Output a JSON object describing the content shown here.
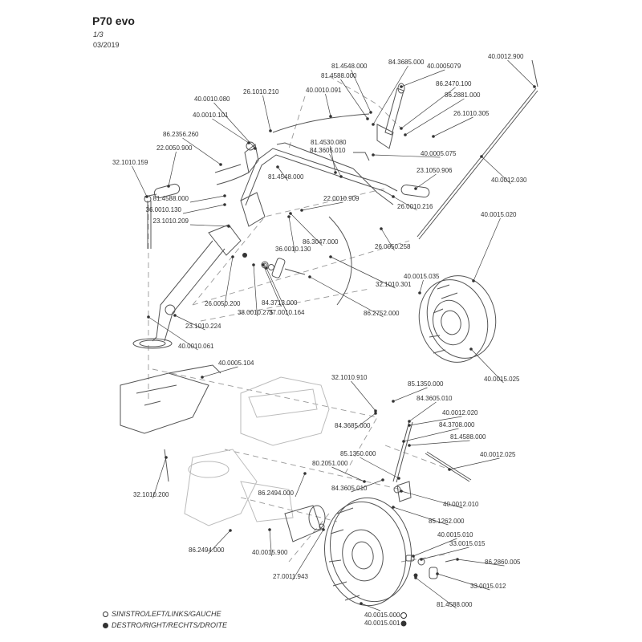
{
  "header": {
    "title": "P70 evo",
    "page": "1/3",
    "date": "03/2019"
  },
  "legend": [
    {
      "marker": "hollow-circle",
      "label": "SINISTRO/LEFT/LINKS/GAUCHE"
    },
    {
      "marker": "filled-circle",
      "label": "DESTRO/RIGHT/RECHTS/DROITE"
    }
  ],
  "callouts": [
    {
      "id": "c1",
      "label": "40.0012.900"
    },
    {
      "id": "c2",
      "label": "84.3685.000"
    },
    {
      "id": "c3",
      "label": "40.0005079"
    },
    {
      "id": "c4",
      "label": "81.4548.000"
    },
    {
      "id": "c5",
      "label": "81.4588.000"
    },
    {
      "id": "c6",
      "label": "86.2470.100"
    },
    {
      "id": "c7",
      "label": "86.2881.000"
    },
    {
      "id": "c8",
      "label": "40.0010.091"
    },
    {
      "id": "c9",
      "label": "26.1010.305"
    },
    {
      "id": "c10",
      "label": "26.1010.210"
    },
    {
      "id": "c11",
      "label": "40.0010.080"
    },
    {
      "id": "c12",
      "label": "40.0010.101"
    },
    {
      "id": "c13",
      "label": "81.4530.080"
    },
    {
      "id": "c14",
      "label": "84.3605.010"
    },
    {
      "id": "c15",
      "label": "40.0005.075"
    },
    {
      "id": "c16",
      "label": "86.2356.260"
    },
    {
      "id": "c17",
      "label": "22.0050.900"
    },
    {
      "id": "c18",
      "label": "32.1010.159"
    },
    {
      "id": "c19",
      "label": "81.4548.000"
    },
    {
      "id": "c20",
      "label": "23.1050.906"
    },
    {
      "id": "c21",
      "label": "40.0012.030"
    },
    {
      "id": "c22",
      "label": "81.4588.000"
    },
    {
      "id": "c23",
      "label": "22.0010.909"
    },
    {
      "id": "c24",
      "label": "36.0010.130"
    },
    {
      "id": "c25",
      "label": "26.0010.216"
    },
    {
      "id": "c26",
      "label": "23.1010.209"
    },
    {
      "id": "c27",
      "label": "86.3047.000"
    },
    {
      "id": "c28",
      "label": "36.0010.130"
    },
    {
      "id": "c29",
      "label": "26.0050.258"
    },
    {
      "id": "c30",
      "label": "40.0015.020"
    },
    {
      "id": "c31",
      "label": "32.1010.301"
    },
    {
      "id": "c32",
      "label": "40.0015.035"
    },
    {
      "id": "c33",
      "label": "84.3713.000"
    },
    {
      "id": "c34",
      "label": "26.0050.200"
    },
    {
      "id": "c35",
      "label": "38.0010.275"
    },
    {
      "id": "c36",
      "label": "37.0010.164"
    },
    {
      "id": "c37",
      "label": "86.2752.000"
    },
    {
      "id": "c38",
      "label": "23.1010.224"
    },
    {
      "id": "c39",
      "label": "40.0010.061"
    },
    {
      "id": "c40",
      "label": "40.0015.025"
    },
    {
      "id": "c41",
      "label": "40.0005.104"
    },
    {
      "id": "c42",
      "label": "32.1010.910"
    },
    {
      "id": "c43",
      "label": "85.1350.000"
    },
    {
      "id": "c44",
      "label": "84.3605.010"
    },
    {
      "id": "c45",
      "label": "84.3685.000"
    },
    {
      "id": "c46",
      "label": "40.0012.020"
    },
    {
      "id": "c47",
      "label": "84.3708.000"
    },
    {
      "id": "c48",
      "label": "81.4588.000"
    },
    {
      "id": "c49",
      "label": "85.1350.000"
    },
    {
      "id": "c50",
      "label": "40.0012.025"
    },
    {
      "id": "c51",
      "label": "80.2051.000"
    },
    {
      "id": "c52",
      "label": "32.1010.200"
    },
    {
      "id": "c53",
      "label": "86.2494.000"
    },
    {
      "id": "c54",
      "label": "84.3605.010"
    },
    {
      "id": "c55",
      "label": "40.0012.010"
    },
    {
      "id": "c56",
      "label": "85.1262.000"
    },
    {
      "id": "c57",
      "label": "40.0015.010"
    },
    {
      "id": "c58",
      "label": "33.0015.015"
    },
    {
      "id": "c59",
      "label": "86.2494.000"
    },
    {
      "id": "c60",
      "label": "86.2860.005"
    },
    {
      "id": "c61",
      "label": "40.0015.900"
    },
    {
      "id": "c62",
      "label": "33.0015.012"
    },
    {
      "id": "c63",
      "label": "27.0011.943"
    },
    {
      "id": "c64",
      "label": "81.4588.000"
    },
    {
      "id": "c65",
      "label": "40.0015.000",
      "side": "left"
    },
    {
      "id": "c66",
      "label": "40.0015.001",
      "side": "right"
    }
  ]
}
